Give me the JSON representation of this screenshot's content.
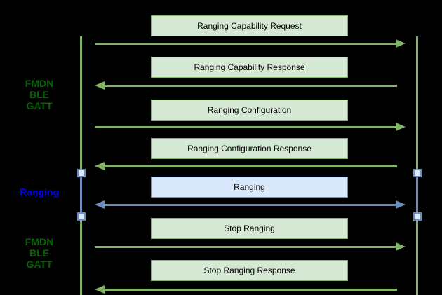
{
  "colors": {
    "background": "#000000",
    "green_stroke": "#82b366",
    "green_fill": "#d5e8d4",
    "blue_stroke": "#6c8ebf",
    "blue_fill": "#dae8fc",
    "side_label_green": "#006600",
    "side_label_blue": "#0000ee",
    "box_text": "#000000"
  },
  "side_labels": [
    {
      "lines": [
        "FMDN",
        "BLE",
        "GATT"
      ],
      "color": "green"
    },
    {
      "lines": [
        "Ranging"
      ],
      "color": "blue"
    },
    {
      "lines": [
        "FMDN",
        "BLE",
        "GATT"
      ],
      "color": "green"
    }
  ],
  "messages": [
    {
      "label": "Ranging Capability Request",
      "direction": "right",
      "channel": "gatt"
    },
    {
      "label": "Ranging Capability Response",
      "direction": "left",
      "channel": "gatt"
    },
    {
      "label": "Ranging Configuration",
      "direction": "right",
      "channel": "gatt"
    },
    {
      "label": "Ranging Configuration Response",
      "direction": "left",
      "channel": "gatt"
    },
    {
      "label": "Ranging",
      "direction": "both",
      "channel": "ranging"
    },
    {
      "label": "Stop Ranging",
      "direction": "right",
      "channel": "gatt"
    },
    {
      "label": "Stop Ranging Response",
      "direction": "left",
      "channel": "gatt"
    }
  ]
}
